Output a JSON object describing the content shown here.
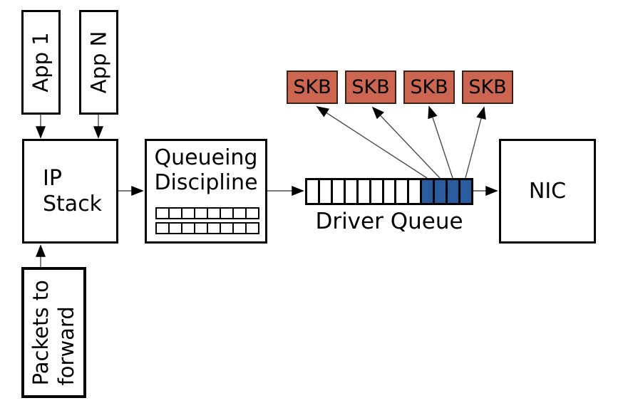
{
  "nodes": {
    "app1": {
      "label": "App 1"
    },
    "appN": {
      "label": "App N"
    },
    "ip_stack": {
      "line1": "IP",
      "line2": "Stack"
    },
    "queueing_discipline": {
      "line1": "Queueing",
      "line2": "Discipline",
      "grid_rows": 2,
      "grid_cols": 8
    },
    "driver_queue": {
      "label": "Driver Queue",
      "empty_cells": 9,
      "filled_cells": 4
    },
    "nic": {
      "label": "NIC"
    },
    "packets_to_forward": {
      "line1": "Packets to",
      "line2": "forward"
    },
    "skb_boxes": [
      {
        "label": "SKB"
      },
      {
        "label": "SKB"
      },
      {
        "label": "SKB"
      },
      {
        "label": "SKB"
      }
    ]
  },
  "colors": {
    "background": "#ffffff",
    "box_fill": "#ffffff",
    "box_border": "#000000",
    "skb_fill": "#cc6650",
    "skb_border": "#3a221b",
    "queue_filled_fill": "#2a5b9e",
    "queue_empty_fill": "#ffffff",
    "arrow_line": "#4d4d4d",
    "arrow_head": "#000000"
  },
  "connections": [
    {
      "from": "app-1",
      "to": "ip-stack"
    },
    {
      "from": "app-n",
      "to": "ip-stack"
    },
    {
      "from": "packets-to-forward",
      "to": "ip-stack"
    },
    {
      "from": "ip-stack",
      "to": "queueing-discipline"
    },
    {
      "from": "queueing-discipline",
      "to": "driver-queue"
    },
    {
      "from": "driver-queue",
      "to": "nic"
    },
    {
      "from": "driver-queue-filled-cell-1",
      "to": "skb-1"
    },
    {
      "from": "driver-queue-filled-cell-2",
      "to": "skb-2"
    },
    {
      "from": "driver-queue-filled-cell-3",
      "to": "skb-3"
    },
    {
      "from": "driver-queue-filled-cell-4",
      "to": "skb-4"
    }
  ]
}
